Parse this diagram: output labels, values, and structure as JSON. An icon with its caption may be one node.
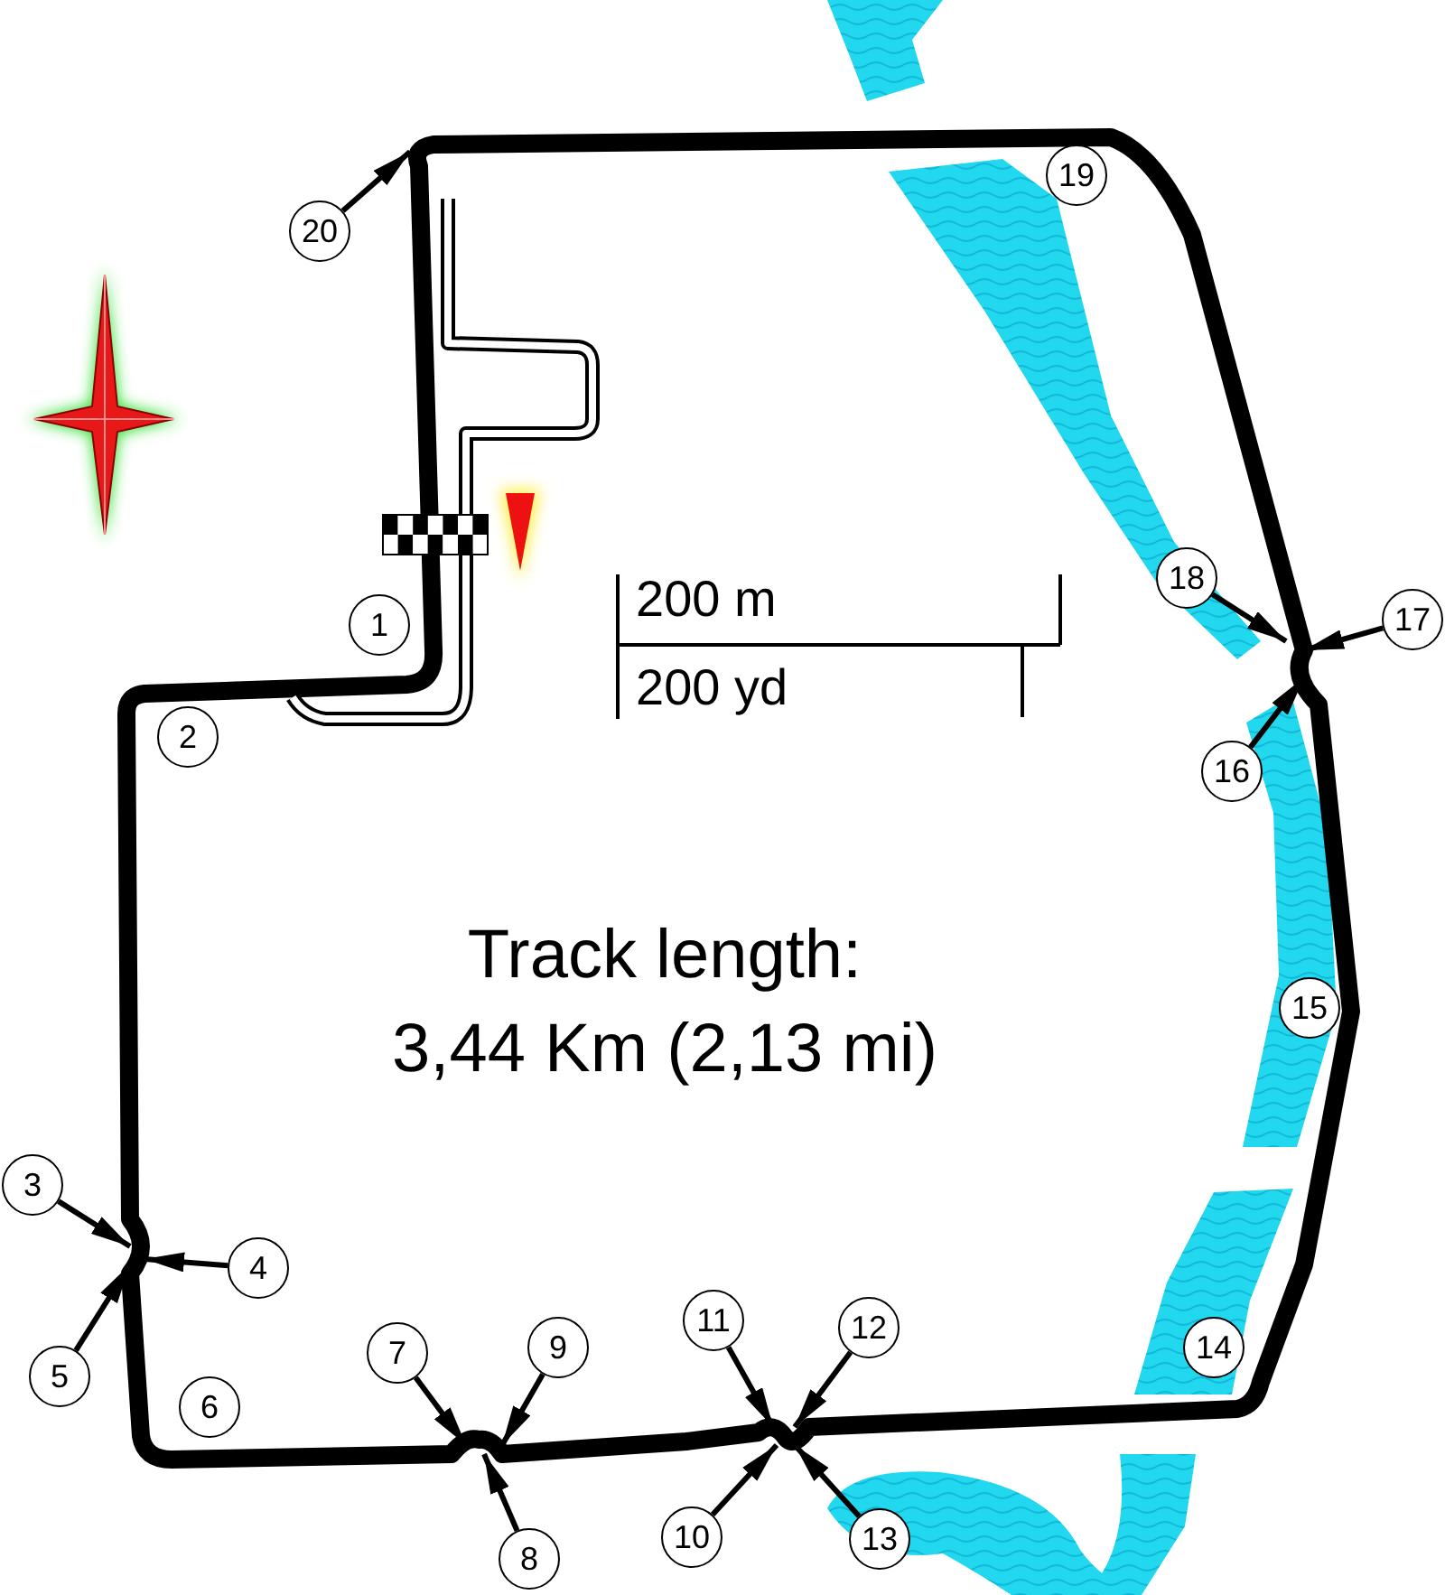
{
  "diagram": {
    "nodes": [
      {
        "text": [
          "1"
        ]
      },
      {
        "text": [
          "2"
        ]
      },
      {
        "text": [
          "3"
        ]
      },
      {
        "text": [
          "4"
        ]
      },
      {
        "text": [
          "5"
        ]
      },
      {
        "text": [
          "6"
        ]
      },
      {
        "text": [
          "7"
        ]
      },
      {
        "text": [
          "8"
        ]
      },
      {
        "text": [
          "9"
        ]
      },
      {
        "text": [
          "10"
        ]
      },
      {
        "text": [
          "11"
        ]
      },
      {
        "text": [
          "12"
        ]
      },
      {
        "text": [
          "13"
        ]
      },
      {
        "text": [
          "14"
        ]
      },
      {
        "text": [
          "15"
        ]
      },
      {
        "text": [
          "16"
        ]
      },
      {
        "text": [
          "17"
        ]
      },
      {
        "text": [
          "18"
        ]
      },
      {
        "text": [
          "19"
        ]
      },
      {
        "text": [
          "20"
        ]
      }
    ],
    "edges": [
      {
        "from": 2,
        "to": null,
        "arrow": "to"
      },
      {
        "from": 3,
        "to": null,
        "arrow": "to"
      },
      {
        "from": 4,
        "to": null,
        "arrow": "to"
      },
      {
        "from": 6,
        "to": null,
        "arrow": "to"
      },
      {
        "from": 7,
        "to": null,
        "arrow": "to"
      },
      {
        "from": 8,
        "to": null,
        "arrow": "to"
      },
      {
        "from": 9,
        "to": null,
        "arrow": "to"
      },
      {
        "from": 10,
        "to": null,
        "arrow": "to"
      },
      {
        "from": 11,
        "to": null,
        "arrow": "to"
      },
      {
        "from": 12,
        "to": null,
        "arrow": "to"
      },
      {
        "from": 15,
        "to": null,
        "arrow": "to"
      },
      {
        "from": 16,
        "to": null,
        "arrow": "to"
      },
      {
        "from": 17,
        "to": null,
        "arrow": "to"
      },
      {
        "from": 19,
        "to": null,
        "arrow": "to"
      }
    ],
    "labels": [
      "200 m",
      "200 yd",
      "Track length:",
      "3,44 Km (2,13 mi)"
    ]
  }
}
